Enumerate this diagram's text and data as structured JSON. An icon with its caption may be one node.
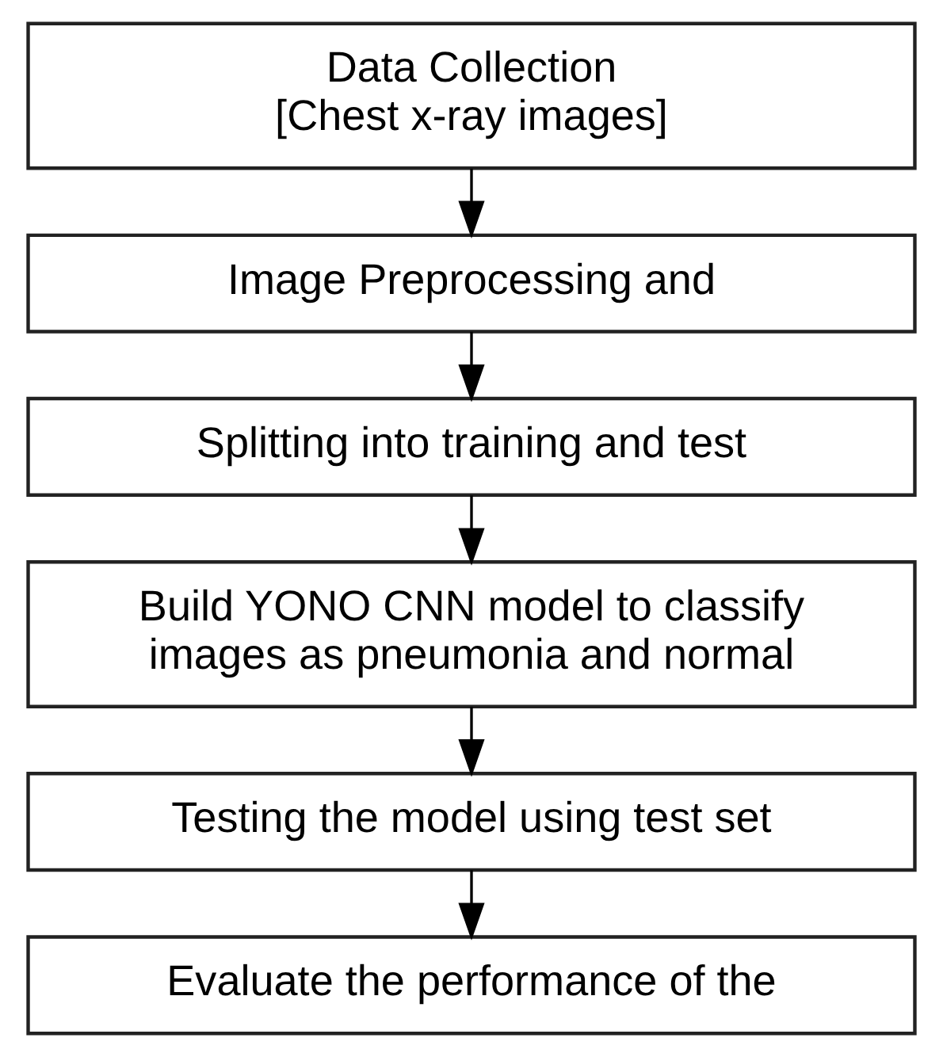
{
  "diagram": {
    "nodes": [
      {
        "text": [
          "Data Collection",
          "[Chest x-ray images]"
        ]
      },
      {
        "text": [
          "Image Preprocessing and"
        ]
      },
      {
        "text": [
          "Splitting into training and test"
        ]
      },
      {
        "text": [
          "Build YONO CNN model to classify images as pneumonia and normal"
        ]
      },
      {
        "text": [
          "Testing the model using test set"
        ]
      },
      {
        "text": [
          "Evaluate the performance of the"
        ]
      }
    ],
    "edges": [
      {
        "from": 0,
        "to": 1,
        "arrow": "to"
      },
      {
        "from": 1,
        "to": 2,
        "arrow": "to"
      },
      {
        "from": 2,
        "to": 3,
        "arrow": "to"
      },
      {
        "from": 3,
        "to": 4,
        "arrow": "to"
      },
      {
        "from": 4,
        "to": 5,
        "arrow": "to"
      }
    ]
  }
}
